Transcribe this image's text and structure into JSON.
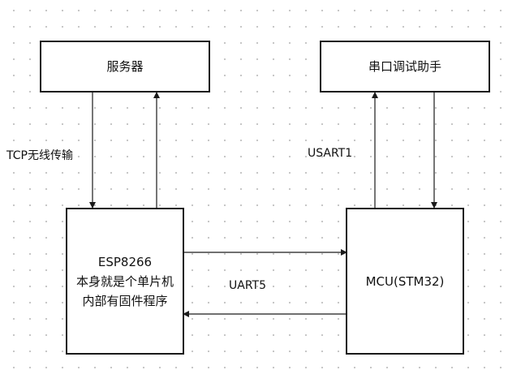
{
  "nodes": {
    "server": {
      "label": "服务器"
    },
    "serial_assistant": {
      "label": "串口调试助手"
    },
    "esp8266": {
      "lines": [
        "ESP8266",
        "本身就是个单片机",
        "内部有固件程序"
      ]
    },
    "mcu": {
      "label": "MCU(STM32)"
    }
  },
  "edges": {
    "tcp": {
      "label": "TCP无线传输"
    },
    "usart1": {
      "label": "USART1"
    },
    "uart5": {
      "label": "UART5"
    }
  }
}
